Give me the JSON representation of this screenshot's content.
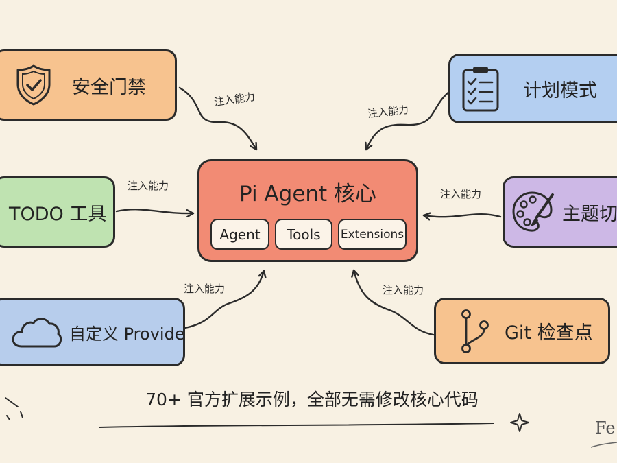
{
  "core": {
    "title": "Pi Agent 核心",
    "chips": [
      "Agent",
      "Tools",
      "Extensions"
    ]
  },
  "modules": {
    "security": "安全门禁",
    "todo": "TODO 工具",
    "provider": "自定义 Provider",
    "plan": "计划模式",
    "theme": "主题切",
    "git": "Git 检查点"
  },
  "inject_label": "注入能力",
  "footer": "70+ 官方扩展示例，全部无需修改核心代码",
  "signature": "Fe",
  "icons": {
    "security": "shield-check-icon",
    "plan": "clipboard-checklist-icon",
    "provider": "cloud-icon",
    "theme": "palette-brush-icon",
    "git": "git-branch-icon"
  },
  "colors": {
    "background": "#f8f1e3",
    "core": "#f28b74",
    "orange": "#f7c38f",
    "green": "#bfe3b1",
    "blue": "#b4cff1",
    "purple": "#cdb8e6"
  }
}
